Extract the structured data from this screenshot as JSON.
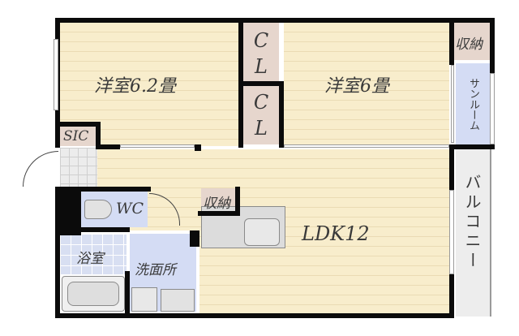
{
  "floorplan": {
    "rooms": {
      "western_room_1": {
        "label": "洋室6.2畳"
      },
      "western_room_2": {
        "label": "洋室6畳"
      },
      "closet_upper": {
        "label": "CL"
      },
      "closet_lower": {
        "label": "CL"
      },
      "storage_top_right": {
        "label": "収納"
      },
      "sunroom": {
        "label": "サンルーム"
      },
      "sic": {
        "label": "SIC"
      },
      "wc": {
        "label": "WC"
      },
      "storage_hall": {
        "label": "収納"
      },
      "ldk": {
        "label": "LDK12"
      },
      "bathroom": {
        "label": "浴室"
      },
      "washroom": {
        "label": "洗面所"
      },
      "balcony": {
        "label": "バルコニー"
      }
    },
    "colors": {
      "floor": "#f8edcc",
      "wet_area": "#d4dcf4",
      "closet": "#e6d6cd",
      "balcony": "#ededed",
      "wall": "#0b0b0b",
      "text": "#3a3a3a"
    }
  }
}
